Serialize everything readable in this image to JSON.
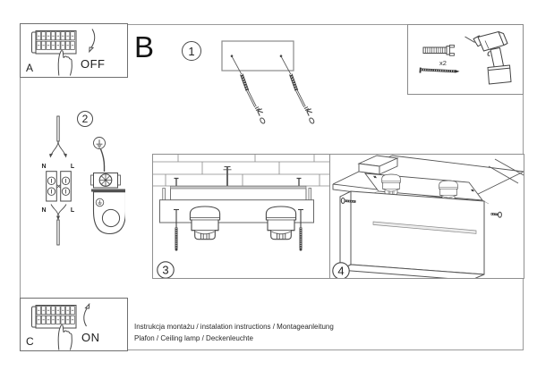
{
  "sections": {
    "a": {
      "label": "A",
      "state": "OFF"
    },
    "b": {
      "label": "B"
    },
    "c": {
      "label": "C",
      "state": "ON"
    }
  },
  "steps": {
    "one": "1",
    "two": "2",
    "three": "3",
    "four": "4"
  },
  "parts": {
    "anchor_qty": "x2"
  },
  "wiring": {
    "n_top": "N",
    "l_top": "L",
    "n_bottom": "N",
    "l_bottom": "L"
  },
  "footer": {
    "line1": "Instrukcja montażu / instalation instructions / Montageanleitung",
    "line2": "Plafon / Ceiling lamp / Deckenleuchte"
  },
  "colors": {
    "line": "#4a4a4a",
    "frame": "#9a9a9a",
    "background": "#ffffff"
  }
}
